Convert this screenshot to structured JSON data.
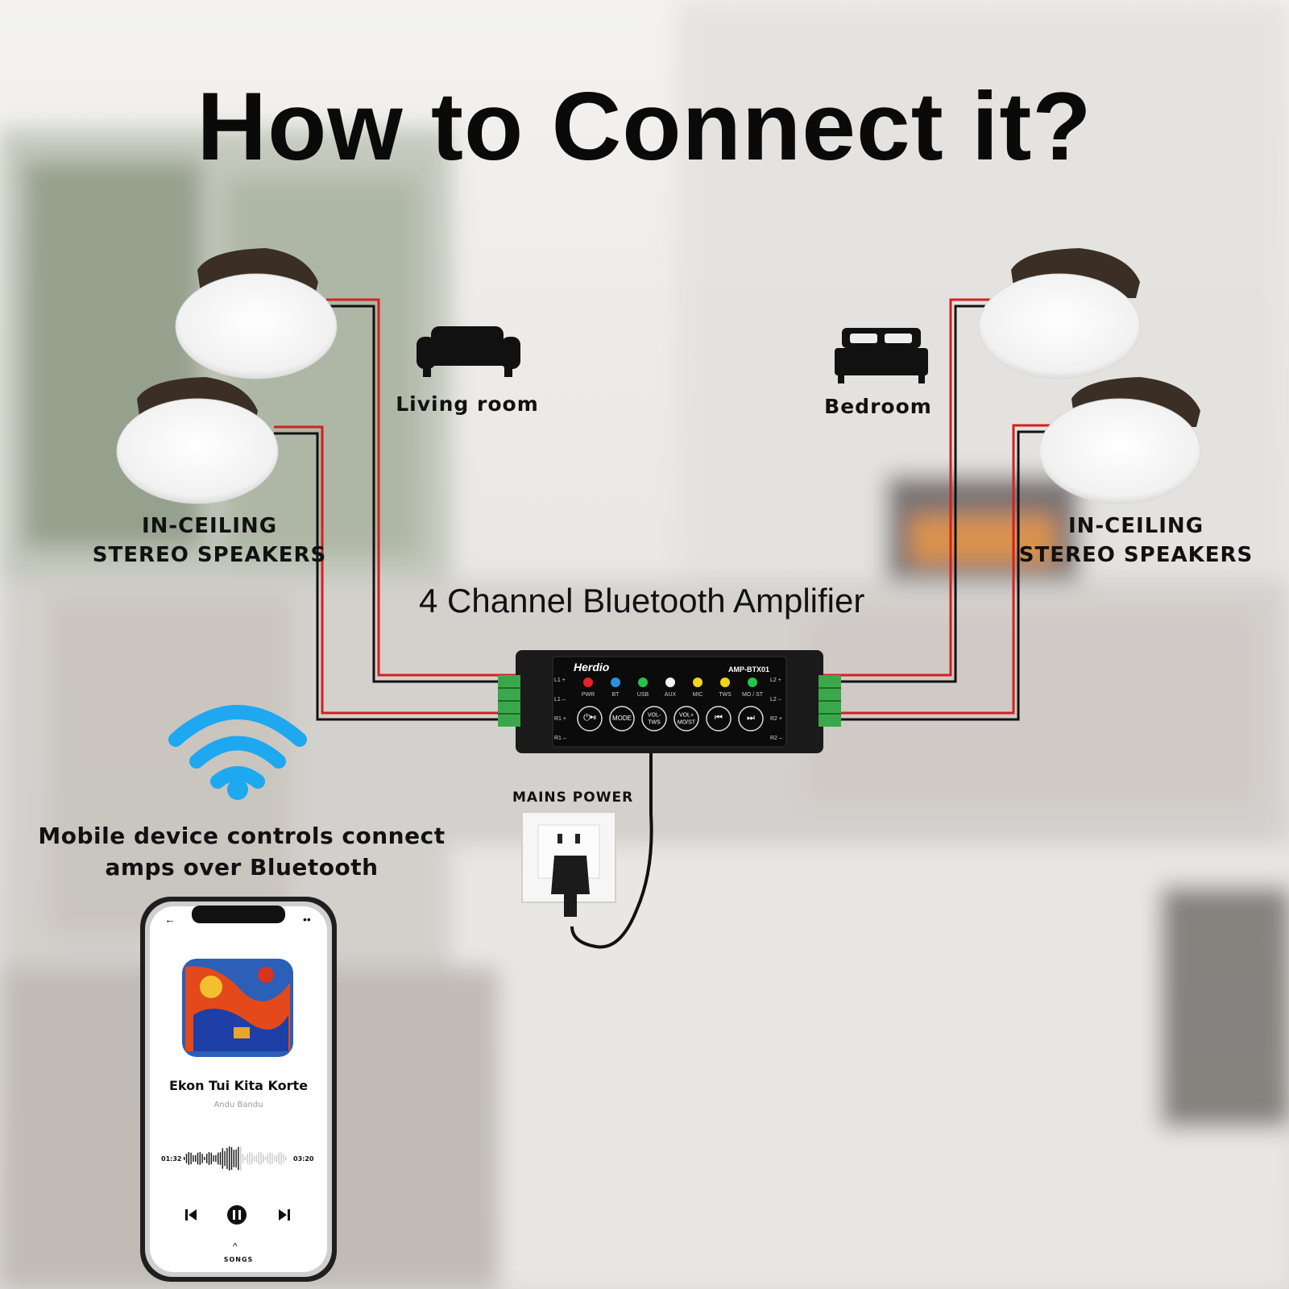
{
  "title": "How to Connect it?",
  "left_speakers_label_1": "IN-CEILING",
  "left_speakers_label_2": "STEREO SPEAKERS",
  "right_speakers_label_1": "IN-CEILING",
  "right_speakers_label_2": "STEREO SPEAKERS",
  "rooms": {
    "left": "Living room",
    "right": "Bedroom"
  },
  "amplifier": {
    "title": "4 Channel Bluetooth Amplifier",
    "brand": "Herdio",
    "model": "AMP-BTX01",
    "leds": [
      {
        "label": "PWR",
        "color": "#e8202a"
      },
      {
        "label": "BT",
        "color": "#2f8fe0"
      },
      {
        "label": "USB",
        "color": "#26c34b"
      },
      {
        "label": "AUX",
        "color": "#f4f4f4"
      },
      {
        "label": "MIC",
        "color": "#f2d51b"
      },
      {
        "label": "TWS",
        "color": "#f2d51b"
      },
      {
        "label": "MO / ST",
        "color": "#26c34b"
      }
    ],
    "buttons": [
      "⏻⏯",
      "MODE",
      "VOL- TWS",
      "VOL+ MO/ST",
      "⏮",
      "⏭"
    ],
    "left_terminals": [
      "L1 +",
      "L1 –",
      "R1 +",
      "R1 –"
    ],
    "right_terminals": [
      "L2 +",
      "L2 –",
      "R2 +",
      "R2 –"
    ]
  },
  "mains_power": "MAINS POWER",
  "bluetooth_text_1": "Mobile device controls connect",
  "bluetooth_text_2": "amps over Bluetooth",
  "phone": {
    "song_title": "Ekon Tui Kita Korte",
    "artist": "Andu Bandu",
    "elapsed": "01:32",
    "total": "03:20",
    "footer": "SONGS"
  },
  "colors": {
    "wifi": "#1ea8f0",
    "wire_red": "#d42020",
    "wire_black": "#111111",
    "terminal_green": "#3aa84a"
  }
}
